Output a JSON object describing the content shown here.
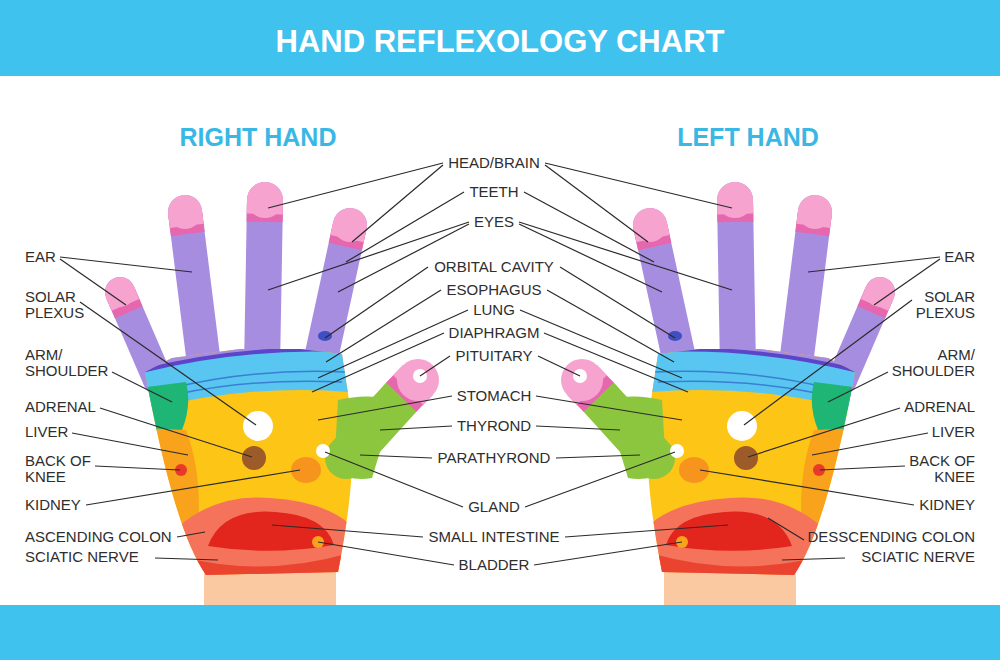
{
  "diagram": {
    "title": "HAND REFLEXOLOGY CHART",
    "labels": [
      "RIGHT HAND",
      "LEFT HAND",
      "HEAD/BRAIN",
      "TEETH",
      "EYES",
      "ORBITAL CAVITY",
      "ESOPHAGUS",
      "LUNG",
      "DIAPHRAGM",
      "PITUITARY",
      "STOMACH",
      "THYROND",
      "PARATHYROND",
      "GLAND",
      "SMALL INTESTINE",
      "BLADDER",
      "EAR",
      "SOLAR PLEXUS",
      "ARM/ SHOULDER",
      "ADRENAL",
      "LIVER",
      "BACK OF KNEE",
      "KIDNEY",
      "ASCENDING COLON",
      "SCIATIC NERVE",
      "EAR",
      "SOLAR PLEXUS",
      "ARM/ SHOULDER",
      "ADRENAL",
      "LIVER",
      "BACK OF KNEE",
      "KIDNEY",
      "DESSCENDING COLON",
      "SCIATIC NERVE"
    ]
  }
}
